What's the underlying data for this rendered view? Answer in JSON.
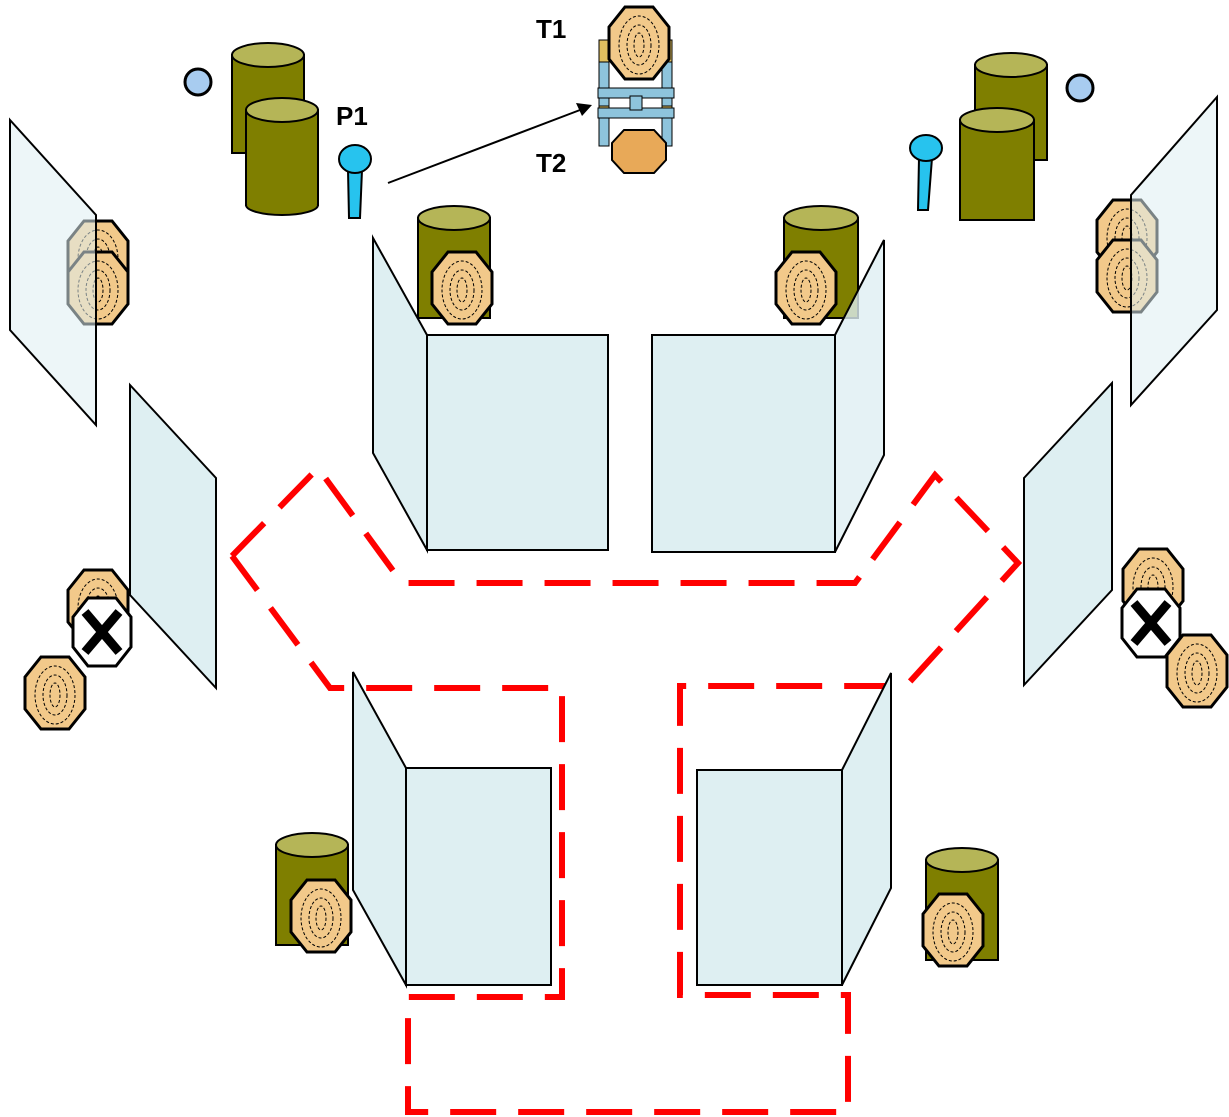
{
  "labels": {
    "t1": "T1",
    "t2": "T2",
    "p1": "P1"
  },
  "colors": {
    "panel_fill": "#deeff2",
    "barrel_body": "#7f7f00",
    "barrel_top": "#b5b557",
    "target_fill": "#f2c98a",
    "target_fill_solid": "#e8a958",
    "post_fill": "#27c3ee",
    "ball_fill": "#a8ccf0",
    "zone_dash": "#ff0000",
    "stand": "#8ec4dc"
  },
  "icons": {
    "barrel": "barrel-icon",
    "target": "target-icon",
    "no_shoot_target": "no-shoot-target-icon",
    "post": "shooting-post-icon",
    "ball": "ball-icon",
    "target_stand": "target-stand-icon"
  }
}
